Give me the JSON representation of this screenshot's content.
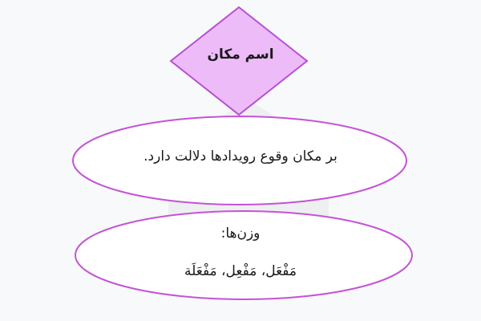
{
  "diagram": {
    "title_node": {
      "label": "اسم مکان"
    },
    "description_node": {
      "text": "بر مکان وقوع رویدادها دلالت دارد."
    },
    "patterns_node": {
      "heading": "وزن‌ها:",
      "patterns": "مَفْعَل، مَفْعِل، مَفْعَلَة"
    },
    "colors": {
      "diamond_fill": "#edbbf7",
      "diamond_stroke": "#b84fd6",
      "oval_fill": "#ffffff",
      "oval_stroke": "#c453d6",
      "connector": "#c453d6",
      "background": "#f8f9fa"
    }
  }
}
